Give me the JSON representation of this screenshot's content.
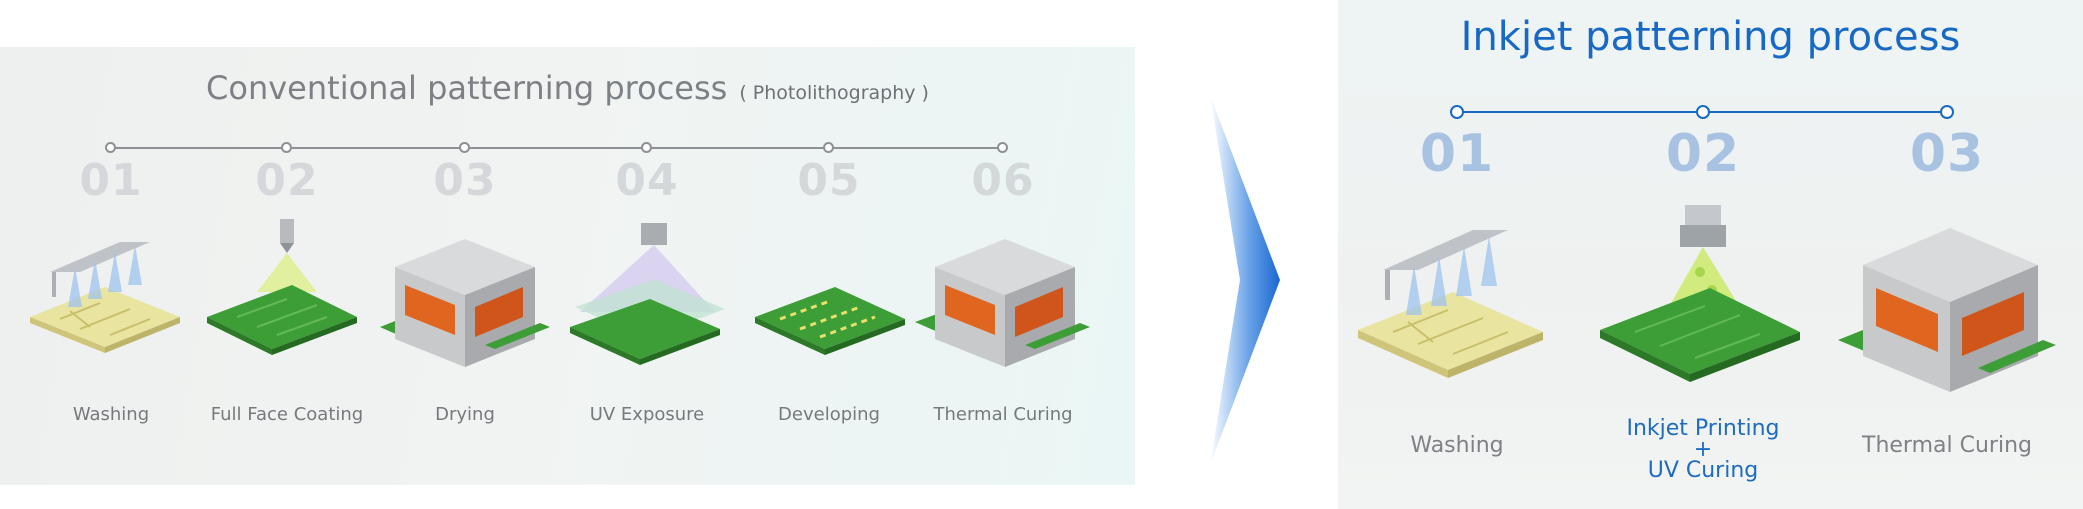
{
  "conventional": {
    "title": "Conventional patterning process",
    "subtitle": "( Photolithography )",
    "steps": [
      {
        "number": "01",
        "label": "Washing"
      },
      {
        "number": "02",
        "label": "Full Face Coating"
      },
      {
        "number": "03",
        "label": "Drying"
      },
      {
        "number": "04",
        "label": "UV Exposure"
      },
      {
        "number": "05",
        "label": "Developing"
      },
      {
        "number": "06",
        "label": "Thermal Curing"
      }
    ]
  },
  "inkjet": {
    "title": "Inkjet patterning process",
    "steps": [
      {
        "number": "01",
        "label": "Washing"
      },
      {
        "number": "02",
        "label_line1": "Inkjet Printing",
        "label_line2": "+",
        "label_line3": "UV Curing"
      },
      {
        "number": "03",
        "label": "Thermal Curing"
      }
    ]
  },
  "colors": {
    "inkjet_blue": "#1769c4",
    "board_green": "#3a9a34",
    "board_yellow": "#e8e29a",
    "oven_grey": "#c9cacc",
    "heat_orange": "#e0651e",
    "arrow_blue": "#1a66d1"
  }
}
